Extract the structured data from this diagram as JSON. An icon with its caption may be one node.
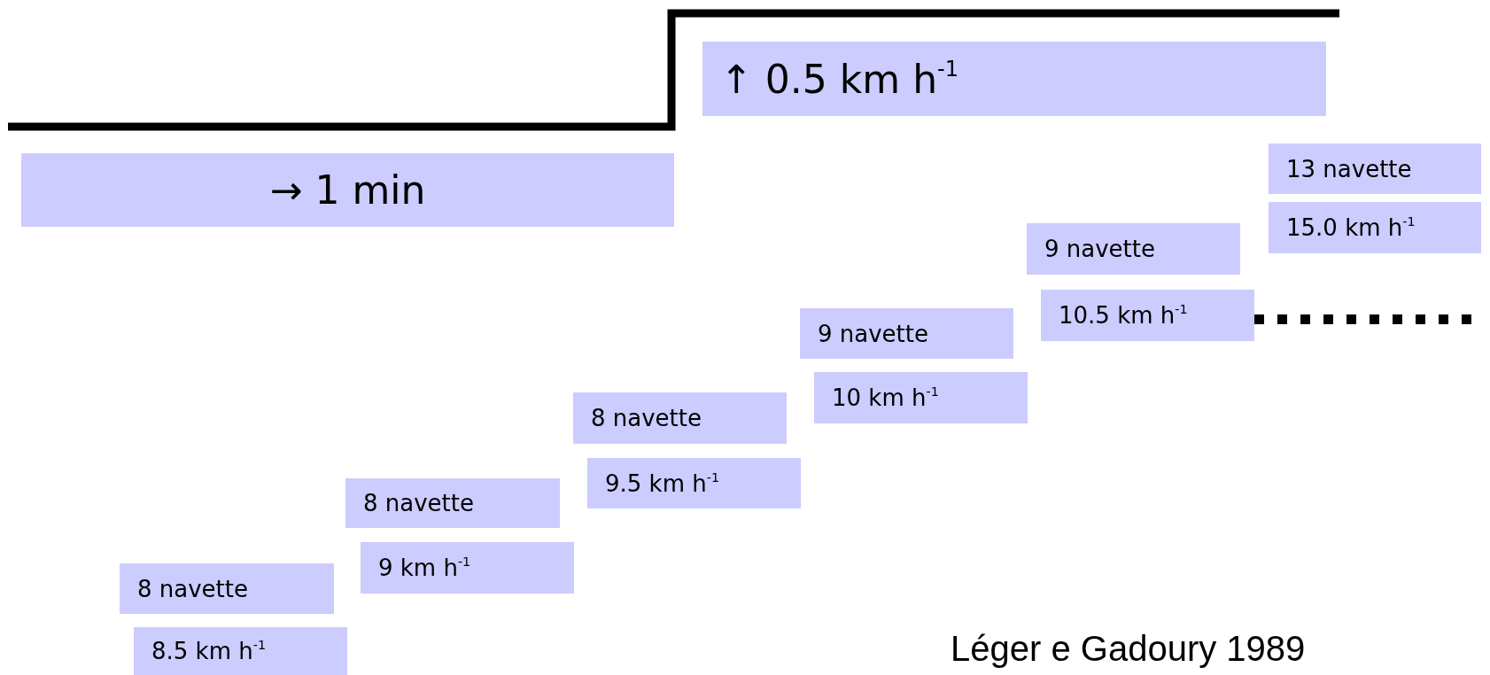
{
  "diagram": {
    "nodes": [
      {
        "text": [
          "→ 1 min"
        ]
      },
      {
        "text": [
          "↑ 0.5 km h$^{-1}$"
        ]
      },
      {
        "text": [
          "8 navette"
        ]
      },
      {
        "text": [
          "8.5 km h$^{-1}$"
        ]
      },
      {
        "text": [
          "8 navette"
        ]
      },
      {
        "text": [
          "9 km h$^{-1}$"
        ]
      },
      {
        "text": [
          "8 navette"
        ]
      },
      {
        "text": [
          "9.5 km h$^{-1}$"
        ]
      },
      {
        "text": [
          "9 navette"
        ]
      },
      {
        "text": [
          "10 km h$^{-1}$"
        ]
      },
      {
        "text": [
          "9 navette"
        ]
      },
      {
        "text": [
          "10.5 km h$^{-1}$"
        ]
      },
      {
        "text": [
          "13 navette"
        ]
      },
      {
        "text": [
          "15.0 km h$^{-1}$"
        ]
      }
    ],
    "labels": [
      "Léger e Gadoury 1989"
    ]
  }
}
